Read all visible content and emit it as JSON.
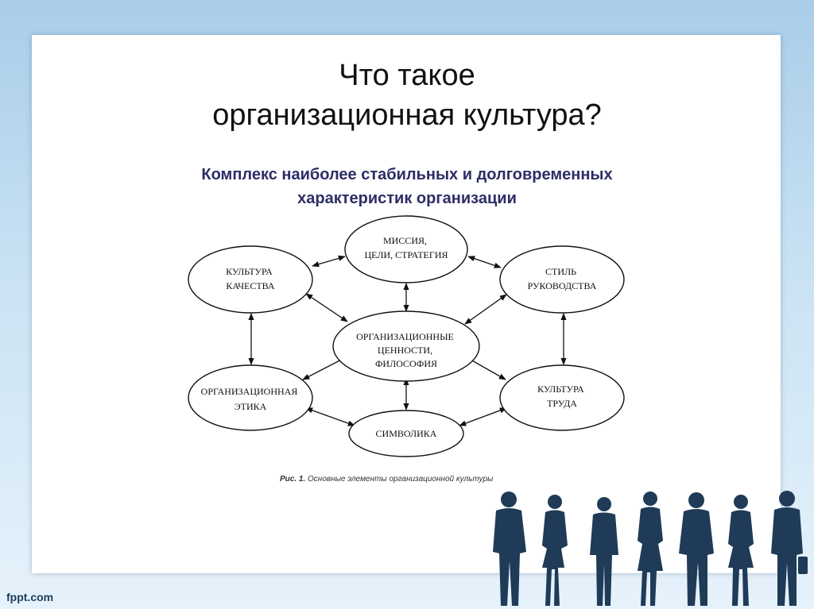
{
  "slide": {
    "title_line1": "Что такое",
    "title_line2": "организационная культура?",
    "subtitle_line1": "Комплекс наиболее стабильных и долговременных",
    "subtitle_line2": "характеристик организации"
  },
  "diagram": {
    "nodes": {
      "mission": [
        "МИССИЯ,",
        "ЦЕЛИ, СТРАТЕГИЯ"
      ],
      "quality": [
        "КУЛЬТУРА",
        "КАЧЕСТВА"
      ],
      "style": [
        "СТИЛЬ",
        "РУКОВОДСТВА"
      ],
      "center": [
        "ОРГАНИЗАЦИОННЫЕ",
        "ЦЕННОСТИ,",
        "ФИЛОСОФИЯ"
      ],
      "ethics": [
        "ОРГАНИЗАЦИОННАЯ",
        "ЭТИКА"
      ],
      "labor": [
        "КУЛЬТУРА",
        "ТРУДА"
      ],
      "symbols": [
        "СИМВОЛИКА"
      ]
    },
    "caption_label": "Рис. 1.",
    "caption_text": "Основные элементы организационной культуры"
  },
  "footer": {
    "brand": "fppt.com"
  },
  "decor": {
    "figures_icon": "business-people-silhouettes-icon",
    "figure_color": "#1f3b57"
  }
}
